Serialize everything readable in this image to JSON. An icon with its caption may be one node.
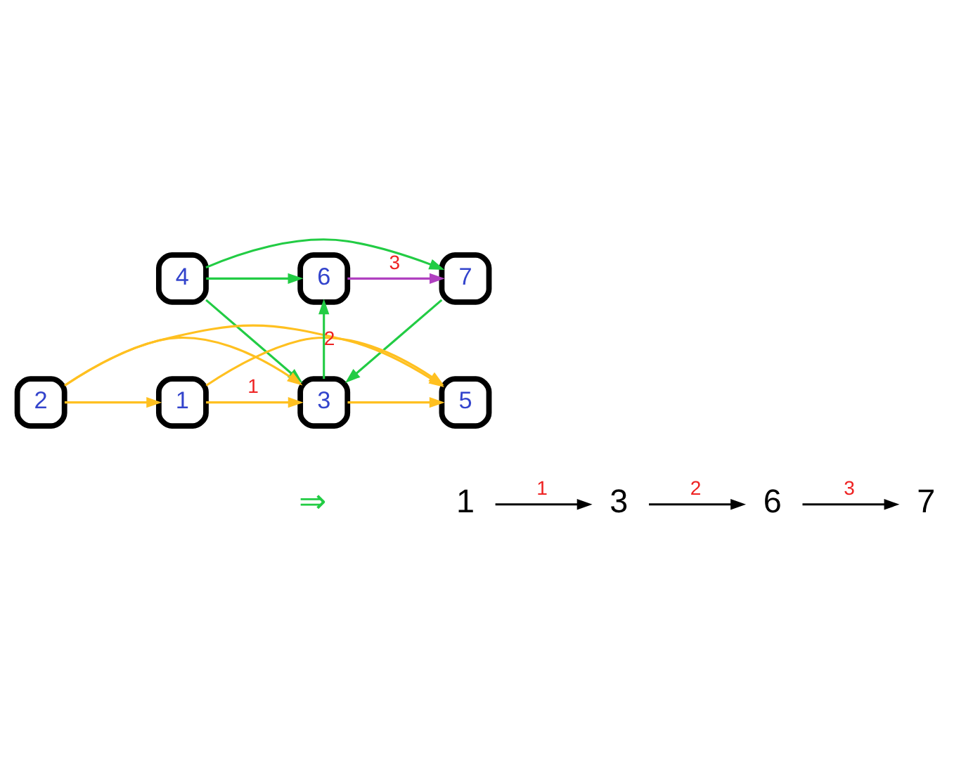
{
  "diagram": {
    "nodes": [
      {
        "text": [
          "4"
        ]
      },
      {
        "text": [
          "7"
        ]
      },
      {
        "text": [
          "6"
        ]
      },
      {
        "text": [
          "2"
        ]
      },
      {
        "text": [
          "1"
        ]
      },
      {
        "text": [
          "3"
        ]
      },
      {
        "text": [
          "5"
        ]
      },
      {
        "text": [
          "1"
        ]
      },
      {
        "text": [
          "3"
        ]
      },
      {
        "text": [
          "6"
        ]
      },
      {
        "text": [
          "7"
        ]
      }
    ],
    "edges": [
      {
        "from": 0,
        "to": 1,
        "arrow": "to",
        "color": "#22cc44"
      },
      {
        "from": 0,
        "to": 2,
        "arrow": "to",
        "color": "#22cc44"
      },
      {
        "from": 0,
        "to": 5,
        "arrow": "to",
        "color": "#22cc44"
      },
      {
        "from": 1,
        "to": 5,
        "arrow": "to",
        "color": "#22cc44"
      },
      {
        "from": 5,
        "to": 2,
        "arrow": "to",
        "label": "2",
        "color": "#22cc44"
      },
      {
        "from": 2,
        "to": 1,
        "arrow": "to",
        "label": "3",
        "color": "#b040c0"
      },
      {
        "from": 3,
        "to": 4,
        "arrow": "to"
      },
      {
        "from": 3,
        "to": 5,
        "arrow": "to"
      },
      {
        "from": 3,
        "to": 6,
        "arrow": "to"
      },
      {
        "from": 4,
        "to": 5,
        "arrow": "to",
        "label": "1"
      },
      {
        "from": 4,
        "to": 6,
        "arrow": "to"
      },
      {
        "from": 5,
        "to": 6,
        "arrow": "to"
      },
      {
        "from": 7,
        "to": 8,
        "arrow": "to",
        "label": "1",
        "color": "#000000"
      },
      {
        "from": 8,
        "to": 9,
        "arrow": "to",
        "label": "2",
        "color": "#000000"
      },
      {
        "from": 9,
        "to": 10,
        "arrow": "to",
        "label": "3",
        "color": "#000000"
      }
    ],
    "labels": [
      "⇒"
    ]
  }
}
